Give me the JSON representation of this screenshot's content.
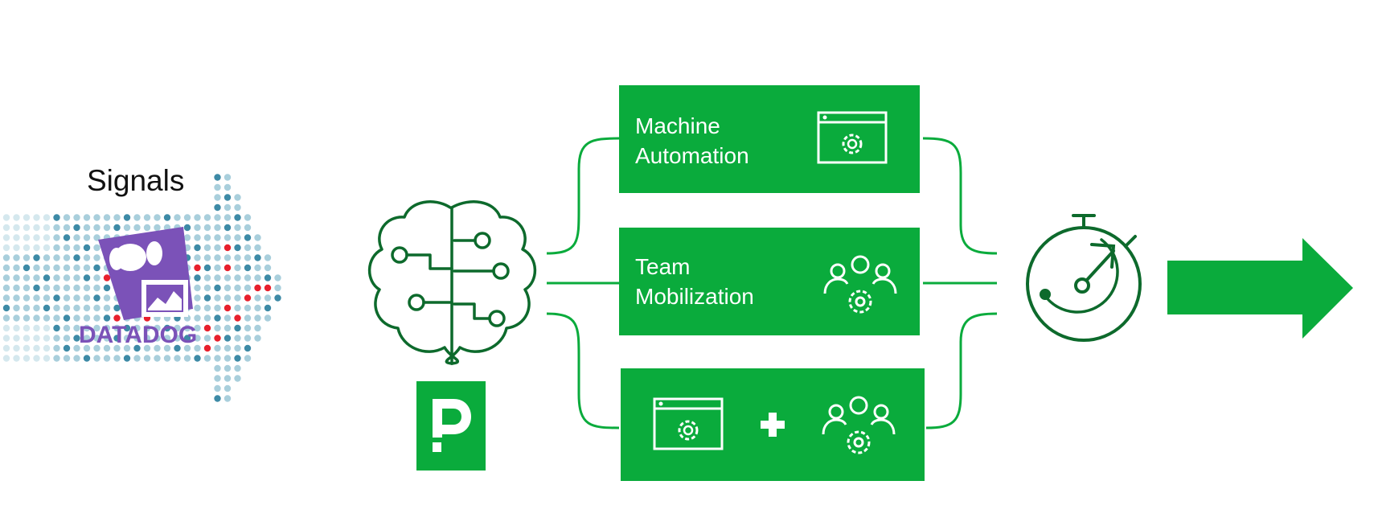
{
  "signals_label": "Signals",
  "datadog": {
    "wordmark": "DATADOG",
    "brand_color": "#7b52b8"
  },
  "pagerduty": {
    "logo_letter": "P"
  },
  "outcomes": {
    "machine_automation": {
      "line1": "Machine",
      "line2": "Automation",
      "icon": "app-window-gear-icon"
    },
    "team_mobilization": {
      "line1": "Team",
      "line2": "Mobilization",
      "icon": "team-gear-icon"
    },
    "combined": {
      "icons": [
        "app-window-gear-icon",
        "plus-icon",
        "team-gear-icon"
      ]
    }
  },
  "end_icons": [
    "stopwatch-icon",
    "right-arrow-icon"
  ],
  "colors": {
    "green": "#0aab3c",
    "dark_green": "#0d6a2c",
    "dot_blue": "#a9cfdc",
    "dot_dark_blue": "#3d8aa6",
    "dot_red": "#e8202d"
  }
}
